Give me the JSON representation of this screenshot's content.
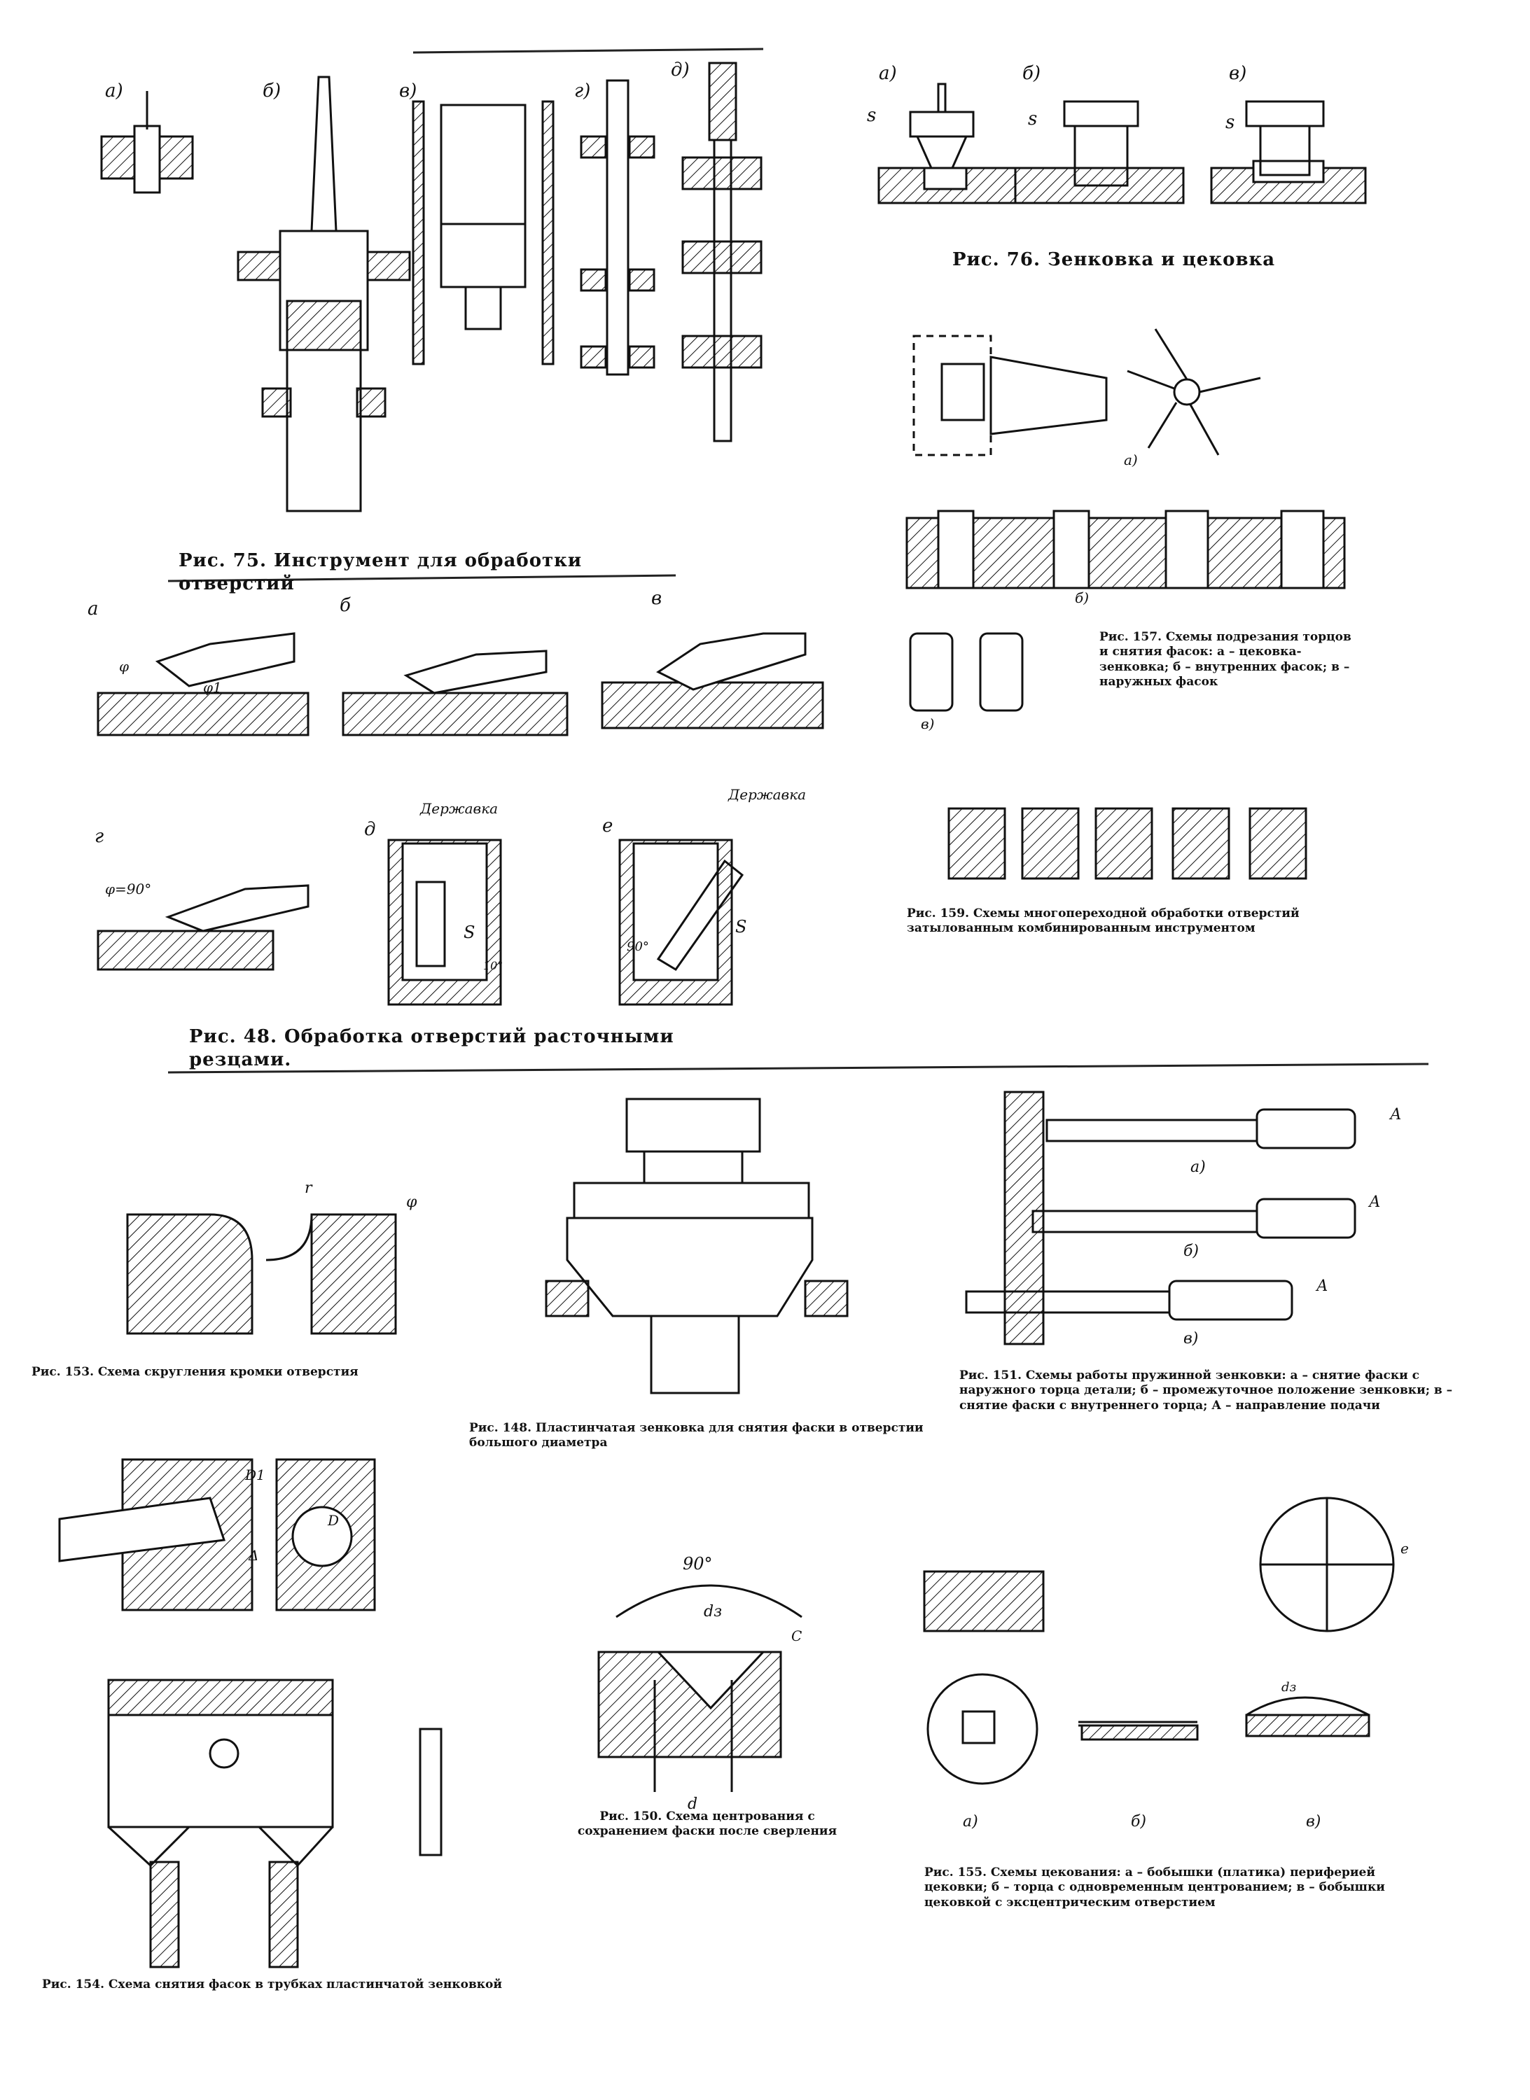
{
  "captions": {
    "fig75": "Рис. 75. Инструмент для обработки отверстий",
    "fig76": "Рис. 76. Зенковка и цековка",
    "fig157": "Рис. 157. Схемы подрезания торцов и снятия фасок: а – цековка-зенковка; б – внутренних фасок; в – наружных фасок",
    "fig159": "Рис. 159. Схемы многопереходной обработки отверстий затылованным комбинированным инструментом",
    "fig48": "Рис. 48. Обработка отверстий расточными резцами.",
    "fig153": "Рис. 153. Схема скругления кромки отверстия",
    "fig148": "Рис. 148. Пластинчатая зенковка для снятия фаски в отверстии большого диаметра",
    "fig151": "Рис. 151. Схемы работы пружинной зенковки: а – снятие фаски с наружного торца детали; б – промежуточное положение зенковки; в – снятие фаски с внутреннего торца; А – направление подачи",
    "fig150": "Рис. 150. Схема центрования с сохранением фаски после сверления",
    "fig154": "Рис. 154. Схема снятия фасок в трубках пластинчатой зенковкой",
    "fig155": "Рис. 155. Схемы цекования: а – бобышки (платика) периферией цековки; б – торца с одновременным центрованием; в – бобышки цековкой с эксцентрическим отверстием"
  },
  "labels": {
    "fig75": [
      "а)",
      "б)",
      "в)",
      "г)",
      "д)"
    ],
    "fig76": [
      "а)",
      "б)",
      "в)"
    ],
    "fig76_feed": "s",
    "fig157": [
      "а)",
      "б)",
      "в)"
    ],
    "fig48": [
      "а",
      "б",
      "в",
      "г",
      "д",
      "е"
    ],
    "fig48_holder": "Державка",
    "fig48_phi": "φ",
    "fig48_phi1": "φ1",
    "fig48_phi90": "φ=90°",
    "fig48_s": "S",
    "fig48_angle": "90°",
    "fig48_angle10": "10°",
    "fig151": [
      "а)",
      "б)",
      "в)"
    ],
    "fig151_arrow": "А",
    "fig153_r": "r",
    "fig153_phi": "φ",
    "fig154_d1": "D1",
    "fig154_d": "D",
    "fig154_delta": "Δ",
    "fig150_angle": "90°",
    "fig150_dz": "dз",
    "fig150_d": "d",
    "fig150_c": "C",
    "fig155": [
      "а)",
      "б)",
      "в)"
    ],
    "fig155_e": "e",
    "fig155_dz": "dз"
  }
}
